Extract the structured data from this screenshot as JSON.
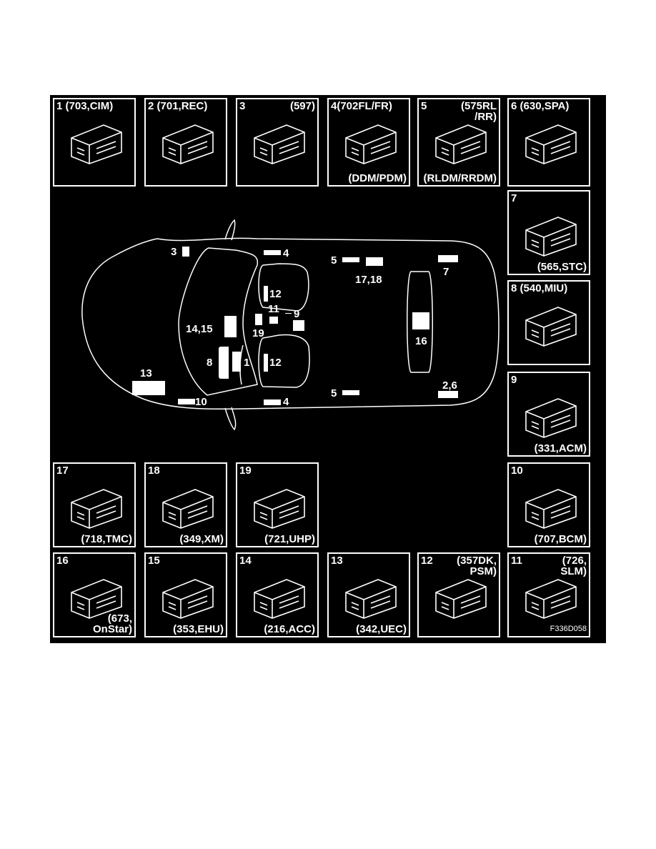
{
  "panels": [
    {
      "id": "1",
      "tl": "1 (703,CIM)",
      "tr": "",
      "br": ""
    },
    {
      "id": "2",
      "tl": "2 (701,REC)",
      "tr": "",
      "br": ""
    },
    {
      "id": "3",
      "tl": "3",
      "tr": "(597)",
      "br": ""
    },
    {
      "id": "4",
      "tl": "4(702FL/FR)",
      "tr": "",
      "br": "(DDM/PDM)"
    },
    {
      "id": "5",
      "tl": "5",
      "tr": "(575RL\n/RR)",
      "br": "(RLDM/RRDM)"
    },
    {
      "id": "6",
      "tl": "6 (630,SPA)",
      "tr": "",
      "br": ""
    },
    {
      "id": "7",
      "tl": "7",
      "tr": "",
      "br": "(565,STC)"
    },
    {
      "id": "8",
      "tl": "8 (540,MIU)",
      "tr": "",
      "br": ""
    },
    {
      "id": "9",
      "tl": "9",
      "tr": "",
      "br": "(331,ACM)"
    },
    {
      "id": "10",
      "tl": "10",
      "tr": "",
      "br": "(707,BCM)"
    },
    {
      "id": "11",
      "tl": "11",
      "tr": "(726,\nSLM)",
      "br": ""
    },
    {
      "id": "12",
      "tl": "12",
      "tr": "(357DK,\nPSM)",
      "br": ""
    },
    {
      "id": "13",
      "tl": "13",
      "tr": "",
      "br": "(342,UEC)"
    },
    {
      "id": "14",
      "tl": "14",
      "tr": "",
      "br": "(216,ACC)"
    },
    {
      "id": "15",
      "tl": "15",
      "tr": "",
      "br": "(353,EHU)"
    },
    {
      "id": "16",
      "tl": "16",
      "tr": "",
      "br": "(673,\nOnStar)"
    },
    {
      "id": "17",
      "tl": "17",
      "tr": "",
      "br": "(718,TMC)"
    },
    {
      "id": "18",
      "tl": "18",
      "tr": "",
      "br": "(349,XM)"
    },
    {
      "id": "19",
      "tl": "19",
      "tr": "",
      "br": "(721,UHP)"
    }
  ],
  "figure_code": "F336D058",
  "car_labels": {
    "m3": "3",
    "m4a": "4",
    "m4b": "4",
    "m5a": "5",
    "m5b": "5",
    "m1718": "17,18",
    "m7": "7",
    "m12a": "12",
    "m12b": "12",
    "m11": "11",
    "m9": "9",
    "m19": "19",
    "m1415": "14,15",
    "m16": "16",
    "m8": "8",
    "m1": "1",
    "m13": "13",
    "m10": "10",
    "m26": "2,6"
  },
  "colors": {
    "background": "#000000",
    "line": "#ffffff"
  }
}
